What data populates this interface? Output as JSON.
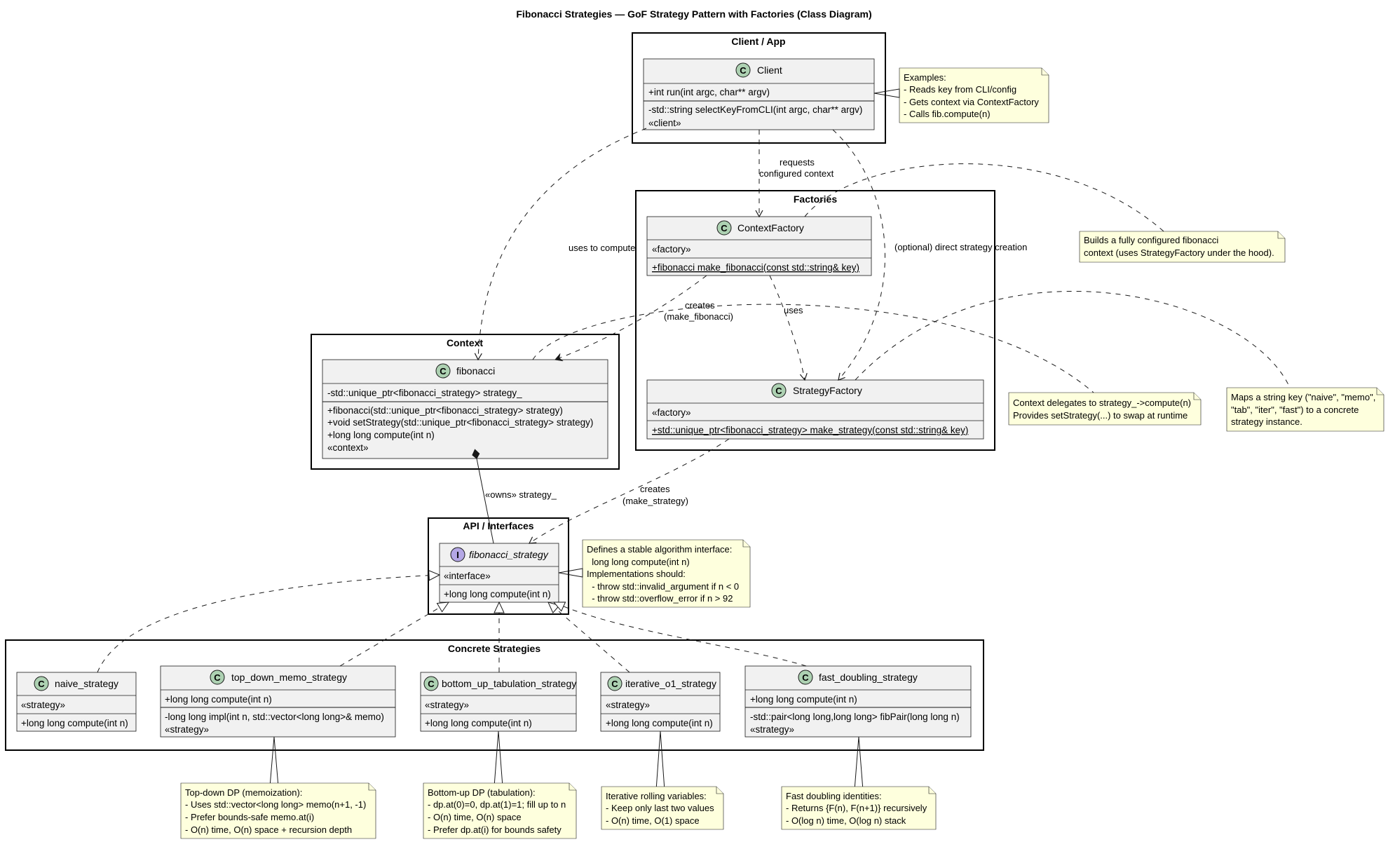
{
  "title": "Fibonacci Strategies — GoF Strategy Pattern with Factories (Class Diagram)",
  "packages": {
    "client": "Client / App",
    "factories": "Factories",
    "context": "Context",
    "api": "API / Interfaces",
    "concrete": "Concrete Strategies"
  },
  "classes": {
    "client": {
      "name": "Client",
      "m1": "+int run(int argc, char** argv)",
      "m2": "-std::string selectKeyFromCLI(int argc, char** argv)",
      "m3": "«client»"
    },
    "context_factory": {
      "name": "ContextFactory",
      "m1": "«factory»",
      "m2": "+fibonacci make_fibonacci(const std::string& key)"
    },
    "strategy_factory": {
      "name": "StrategyFactory",
      "m1": "«factory»",
      "m2": "+std::unique_ptr<fibonacci_strategy> make_strategy(const std::string& key)"
    },
    "fibonacci": {
      "name": "fibonacci",
      "m1": "-std::unique_ptr<fibonacci_strategy> strategy_",
      "m2": "+fibonacci(std::unique_ptr<fibonacci_strategy> strategy)",
      "m3": "+void setStrategy(std::unique_ptr<fibonacci_strategy> strategy)",
      "m4": "+long long compute(int n)",
      "m5": "«context»"
    },
    "fibonacci_strategy": {
      "name": "fibonacci_strategy",
      "m1": "«interface»",
      "m2": "+long long compute(int n)"
    },
    "naive": {
      "name": "naive_strategy",
      "m1": "«strategy»",
      "m2": "+long long compute(int n)"
    },
    "top_down": {
      "name": "top_down_memo_strategy",
      "m1": "+long long compute(int n)",
      "m2": "-long long impl(int n, std::vector<long long>& memo)",
      "m3": "«strategy»"
    },
    "bottom_up": {
      "name": "bottom_up_tabulation_strategy",
      "m1": "«strategy»",
      "m2": "+long long compute(int n)"
    },
    "iterative": {
      "name": "iterative_o1_strategy",
      "m1": "«strategy»",
      "m2": "+long long compute(int n)"
    },
    "fast_doubling": {
      "name": "fast_doubling_strategy",
      "m1": "+long long compute(int n)",
      "m2": "-std::pair<long long,long long> fibPair(long long n)",
      "m3": "«strategy»"
    }
  },
  "notes": {
    "client": [
      "Examples:",
      "- Reads key from CLI/config",
      "- Gets context via ContextFactory",
      "- Calls fib.compute(n)"
    ],
    "context_factory": [
      "Builds a fully configured fibonacci",
      "context (uses StrategyFactory under the hood)."
    ],
    "fibonacci": [
      "Context delegates to strategy_->compute(n)",
      "Provides setStrategy(...) to swap at runtime"
    ],
    "strategy_factory": [
      "Maps a string key (\"naive\", \"memo\",",
      "\"tab\", \"iter\", \"fast\") to a concrete",
      "strategy instance."
    ],
    "interface": [
      "Defines a stable algorithm interface:",
      "  long long compute(int n)",
      "Implementations should:",
      "  - throw std::invalid_argument if n < 0",
      "  - throw std::overflow_error if n > 92"
    ],
    "top_down": [
      "Top-down DP (memoization):",
      "- Uses std::vector<long long> memo(n+1, -1)",
      "- Prefer bounds-safe memo.at(i)",
      "- O(n) time, O(n) space + recursion depth"
    ],
    "bottom_up": [
      "Bottom-up DP (tabulation):",
      "- dp.at(0)=0, dp.at(1)=1; fill up to n",
      "- O(n) time, O(n) space",
      "- Prefer dp.at(i) for bounds safety"
    ],
    "iterative": [
      "Iterative rolling variables:",
      "- Keep only last two values",
      "- O(n) time, O(1) space"
    ],
    "fast_doubling": [
      "Fast doubling identities:",
      "- Returns {F(n), F(n+1)} recursively",
      "- O(log n) time, O(log n) stack"
    ]
  },
  "edges": {
    "requests_1": "requests",
    "requests_2": "configured context",
    "uses_to_compute": "uses to compute",
    "optional_direct": "(optional) direct strategy creation",
    "creates_fib_1": "creates",
    "creates_fib_2": "(make_fibonacci)",
    "uses": "uses",
    "owns": "«owns» strategy_",
    "creates_strat_1": "creates",
    "creates_strat_2": "(make_strategy)"
  },
  "glyphs": {
    "class": "C",
    "interface": "I"
  }
}
